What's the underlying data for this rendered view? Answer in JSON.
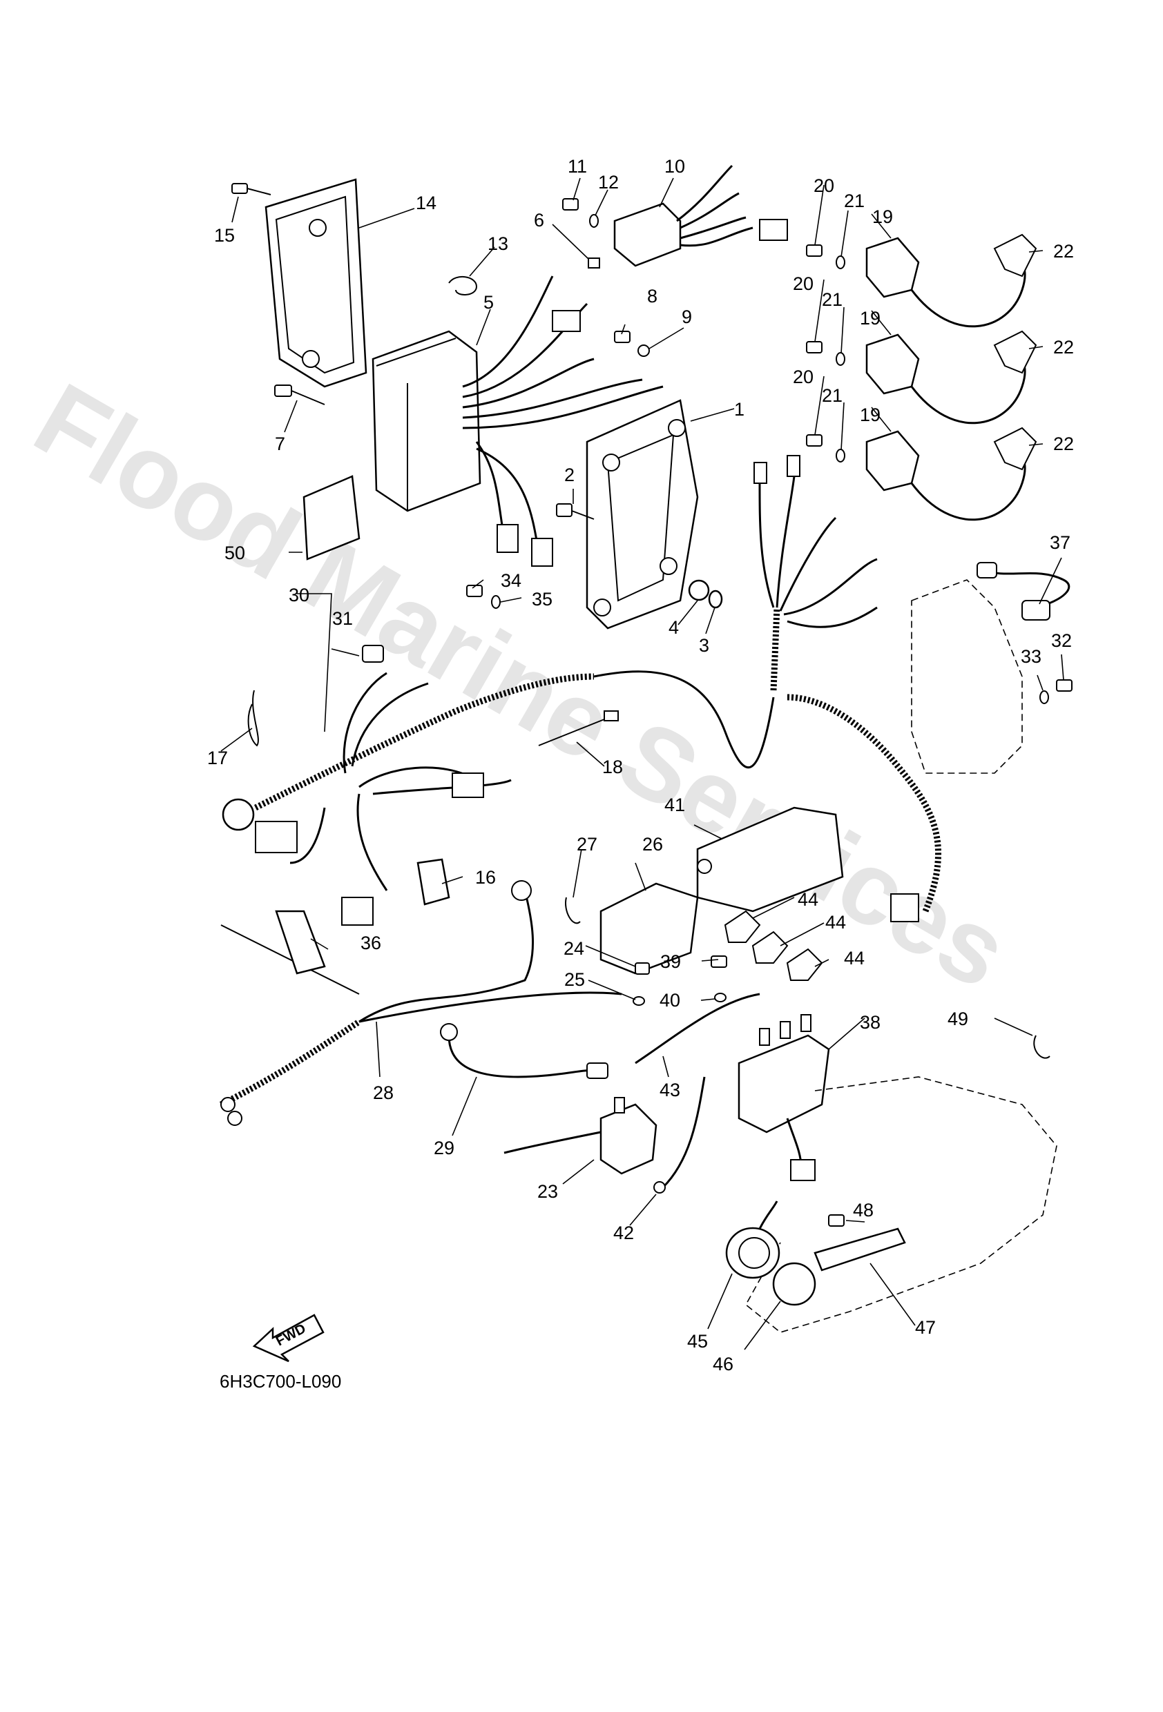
{
  "watermark": "Flood Marine Services",
  "diagram_code": "6H3C700-L090",
  "fwd_label": "FWD",
  "callouts": [
    "1",
    "2",
    "3",
    "4",
    "5",
    "6",
    "7",
    "8",
    "9",
    "10",
    "11",
    "12",
    "13",
    "14",
    "15",
    "16",
    "17",
    "18",
    "19",
    "19",
    "19",
    "20",
    "20",
    "20",
    "21",
    "21",
    "21",
    "22",
    "22",
    "22",
    "23",
    "24",
    "25",
    "26",
    "27",
    "28",
    "29",
    "30",
    "31",
    "32",
    "33",
    "34",
    "35",
    "36",
    "37",
    "38",
    "39",
    "40",
    "41",
    "42",
    "43",
    "44",
    "44",
    "44",
    "45",
    "46",
    "47",
    "48",
    "49",
    "50"
  ]
}
